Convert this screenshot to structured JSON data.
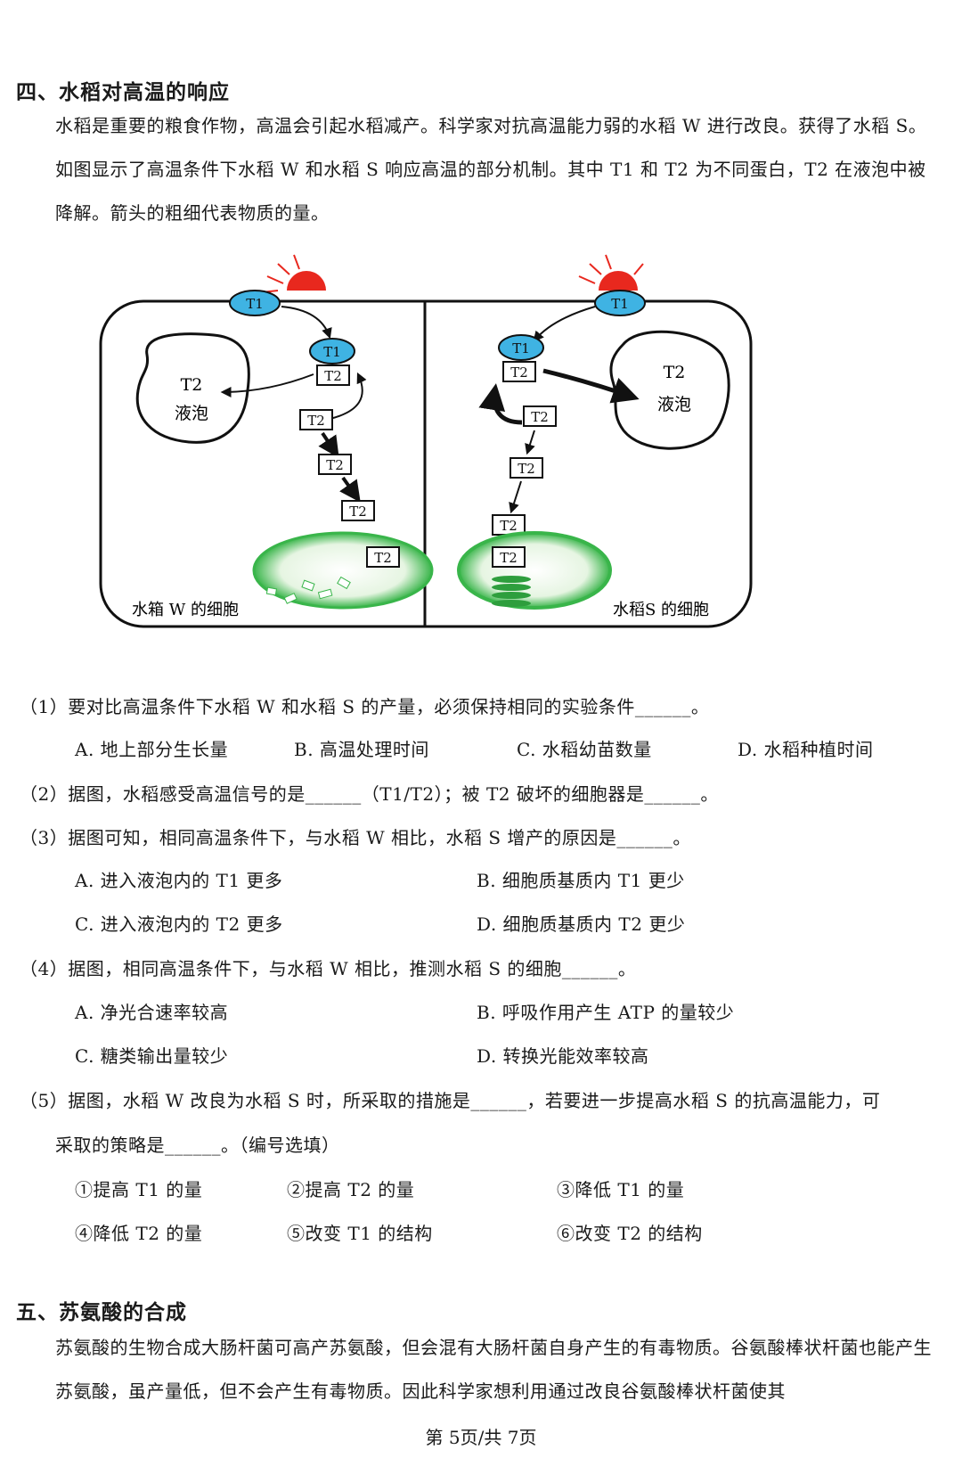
{
  "section4": {
    "title": "四、水稻对高温的响应",
    "intro": "水稻是重要的粮食作物，高温会引起水稻减产。科学家对抗高温能力弱的水稻 W 进行改良。获得了水稻 S。如图显示了高温条件下水稻 W 和水稻 S 响应高温的部分机制。其中 T1 和 T2 为不同蛋白，T2 在液泡中被降解。箭头的粗细代表物质的量。"
  },
  "diagram": {
    "t1": "T1",
    "t2": "T2",
    "vacuole_label": "液泡",
    "left_caption": "水箱 W 的细胞",
    "right_caption": "水稻S 的细胞",
    "colors": {
      "t1_fill": "#3fb3e3",
      "sun": "#e8281e",
      "chloroplast": "#39b54a",
      "chloroplast_light": "#b9e3b3"
    }
  },
  "questions": {
    "q1": {
      "stem": "（1）要对比高温条件下水稻 W 和水稻 S 的产量，必须保持相同的实验条件______。",
      "options": [
        "A. 地上部分生长量",
        "B. 高温处理时间",
        "C. 水稻幼苗数量",
        "D. 水稻种植时间"
      ]
    },
    "q2": {
      "stem": "（2）据图，水稻感受高温信号的是______（T1/T2）；被 T2 破坏的细胞器是______。"
    },
    "q3": {
      "stem": "（3）据图可知，相同高温条件下，与水稻 W 相比，水稻 S 增产的原因是______。",
      "options": [
        "A. 进入液泡内的 T1 更多",
        "B. 细胞质基质内 T1 更少",
        "C. 进入液泡内的 T2 更多",
        "D. 细胞质基质内 T2 更少"
      ]
    },
    "q4": {
      "stem": "（4）据图，相同高温条件下，与水稻 W 相比，推测水稻 S 的细胞______。",
      "options": [
        "A. 净光合速率较高",
        "B. 呼吸作用产生 ATP 的量较少",
        "C. 糖类输出量较少",
        "D. 转换光能效率较高"
      ]
    },
    "q5": {
      "stem_line1": "（5）据图，水稻 W 改良为水稻 S 时，所采取的措施是______，若要进一步提高水稻 S 的抗高温能力，可",
      "stem_line2": "采取的策略是______。（编号选填）",
      "options": [
        "①提高 T1 的量",
        "②提高 T2 的量",
        "③降低 T1 的量",
        "④降低 T2 的量",
        "⑤改变 T1 的结构",
        "⑥改变 T2 的结构"
      ]
    }
  },
  "section5": {
    "title": "五、苏氨酸的合成",
    "intro": "苏氨酸的生物合成大肠杆菌可高产苏氨酸，但会混有大肠杆菌自身产生的有毒物质。谷氨酸棒状杆菌也能产生苏氨酸，虽产量低，但不会产生有毒物质。因此科学家想利用通过改良谷氨酸棒状杆菌使其"
  },
  "footer": {
    "page": "第 5页/共 7页"
  }
}
